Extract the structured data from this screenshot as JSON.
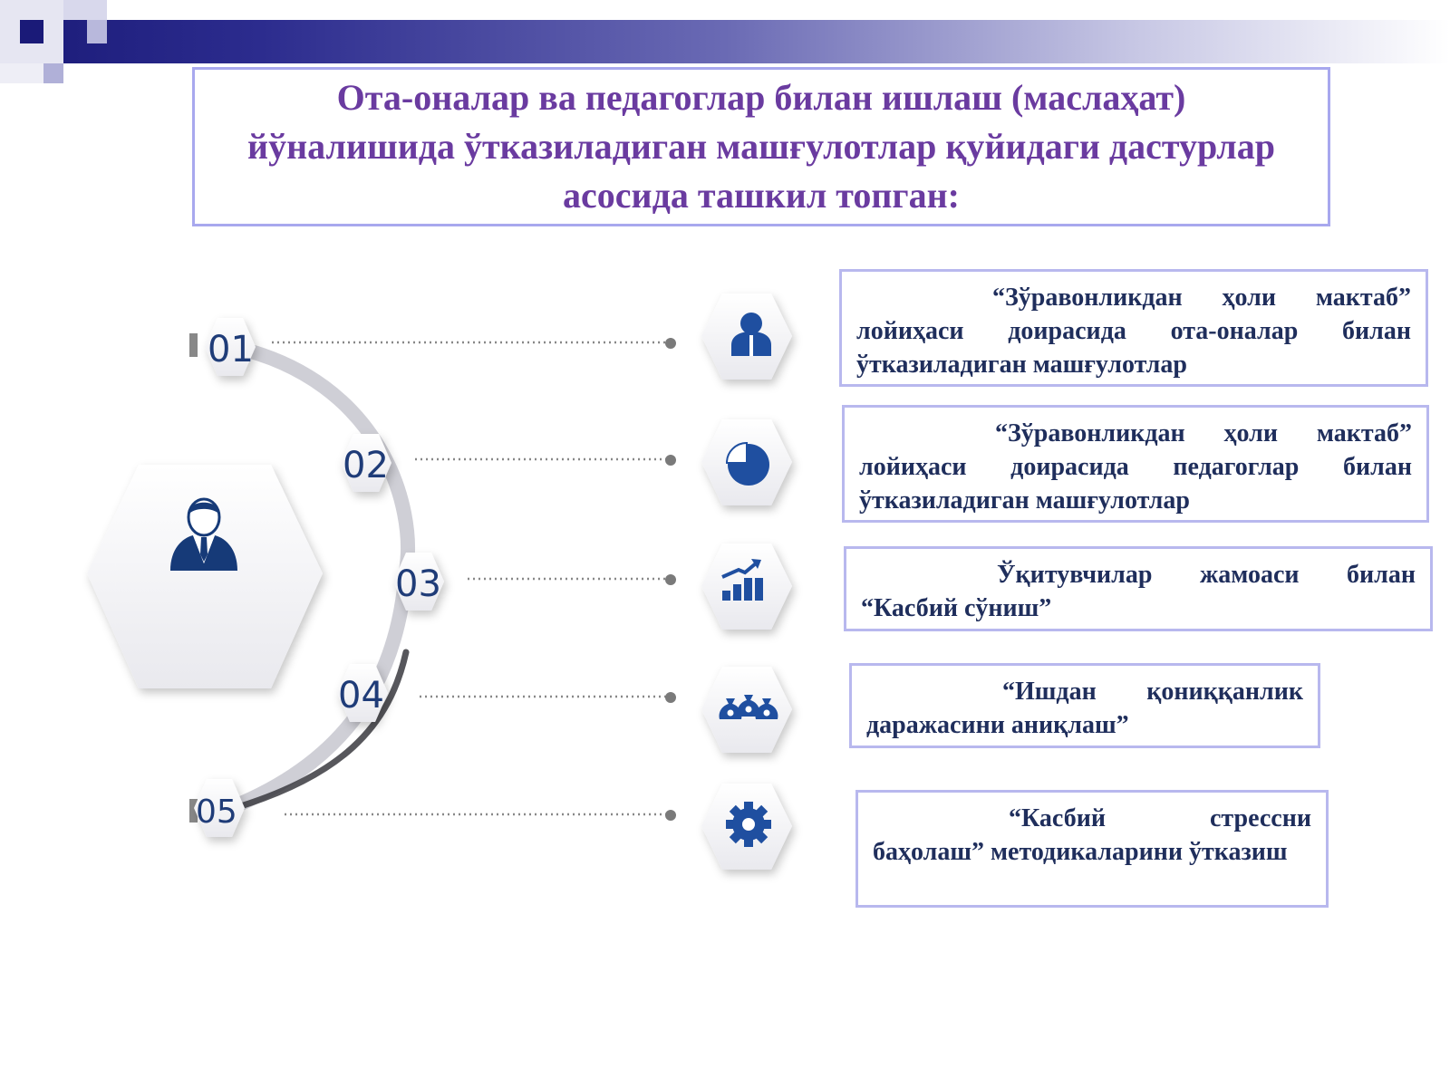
{
  "title": "Ота-оналар ва педагоглар билан ишлаш (маслаҳат) йўналишида ўтказиладиган машғулотлар қуйидаги дастурлар асосида ташкил топган:",
  "colors": {
    "title": "#6a3ba0",
    "number": "#1f3c78",
    "icon": "#1f4fa0",
    "box_border": "#b8b8ee",
    "box_text": "#1f2e5c"
  },
  "items": [
    {
      "number": "01",
      "icon": "person-icon",
      "text": "“Зўравонликдан ҳоли мактаб” лойиҳаси доирасида ота-оналар билан ўтказиладиган машғулотлар"
    },
    {
      "number": "02",
      "icon": "pie-chart-icon",
      "text": "“Зўравонликдан ҳоли мактаб” лойиҳаси доирасида педагоглар билан ўтказиладиган машғулотлар"
    },
    {
      "number": "03",
      "icon": "bar-chart-icon",
      "text": "Ўқитувчилар жамоаси билан “Касбий сўниш”"
    },
    {
      "number": "04",
      "icon": "money-bags-icon",
      "text": "“Ишдан қониққанлик даражасини аниқлаш”"
    },
    {
      "number": "05",
      "icon": "gear-icon",
      "text": "“Касбий стрессни баҳолаш” методикаларини ўтказиш"
    }
  ],
  "center_icon": "businessman-icon"
}
